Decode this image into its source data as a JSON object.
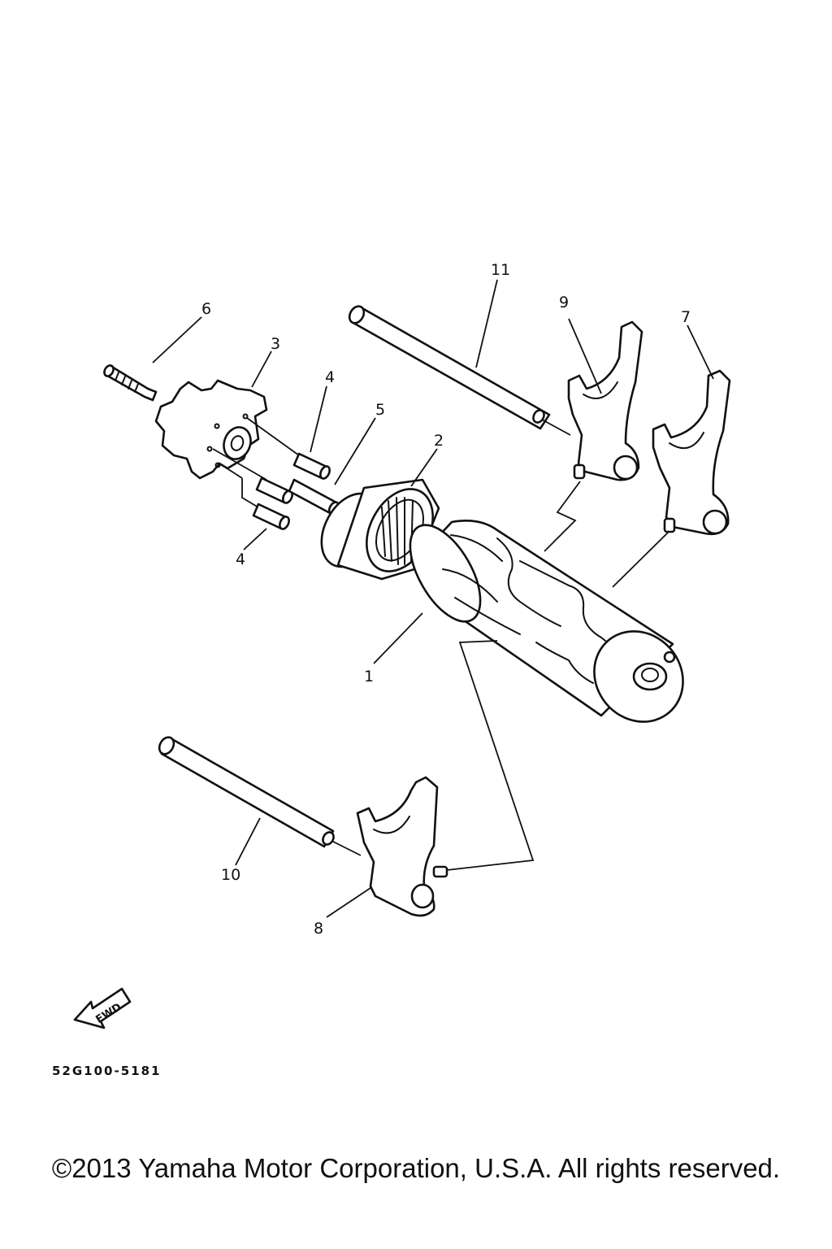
{
  "callouts": {
    "c1": "1",
    "c2": "2",
    "c3": "3",
    "c4a": "4",
    "c4b": "4",
    "c5": "5",
    "c6": "6",
    "c7": "7",
    "c8": "8",
    "c9": "9",
    "c10": "10",
    "c11": "11"
  },
  "fwd_label": "FWD",
  "diagram_code": "52G100-5181",
  "copyright": "©2013 Yamaha Motor Corporation, U.S.A. All rights reserved."
}
